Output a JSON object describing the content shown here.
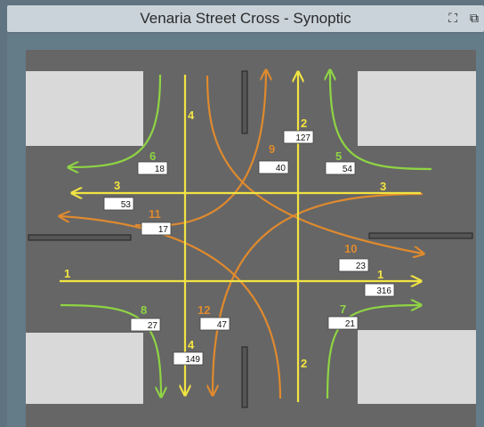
{
  "window": {
    "title": "Venaria Street Cross - Synoptic",
    "expand_icon": "expand-icon",
    "popout_icon": "external-link-icon"
  },
  "colors": {
    "background": "#5f7480",
    "road": "#666666",
    "block": "#d9d9d9",
    "yellow": "#f2e442",
    "green": "#8fd444",
    "orange": "#df8a2e"
  },
  "lanes": {
    "l1_left": "1",
    "l1_right": "1",
    "l2_top": "2",
    "l2_bottom": "2",
    "l3_left": "3",
    "l3_right": "3",
    "l4_top": "4",
    "l4_bottom": "4",
    "l5": "5",
    "l6": "6",
    "l7": "7",
    "l8": "8",
    "l9": "9",
    "l10": "10",
    "l11": "11",
    "l12": "12"
  },
  "counts": {
    "c127": "127",
    "c40": "40",
    "c54": "54",
    "c18": "18",
    "c53": "53",
    "c17": "17",
    "c23": "23",
    "c316": "316",
    "c27": "27",
    "c47": "47",
    "c21": "21",
    "c149": "149"
  }
}
